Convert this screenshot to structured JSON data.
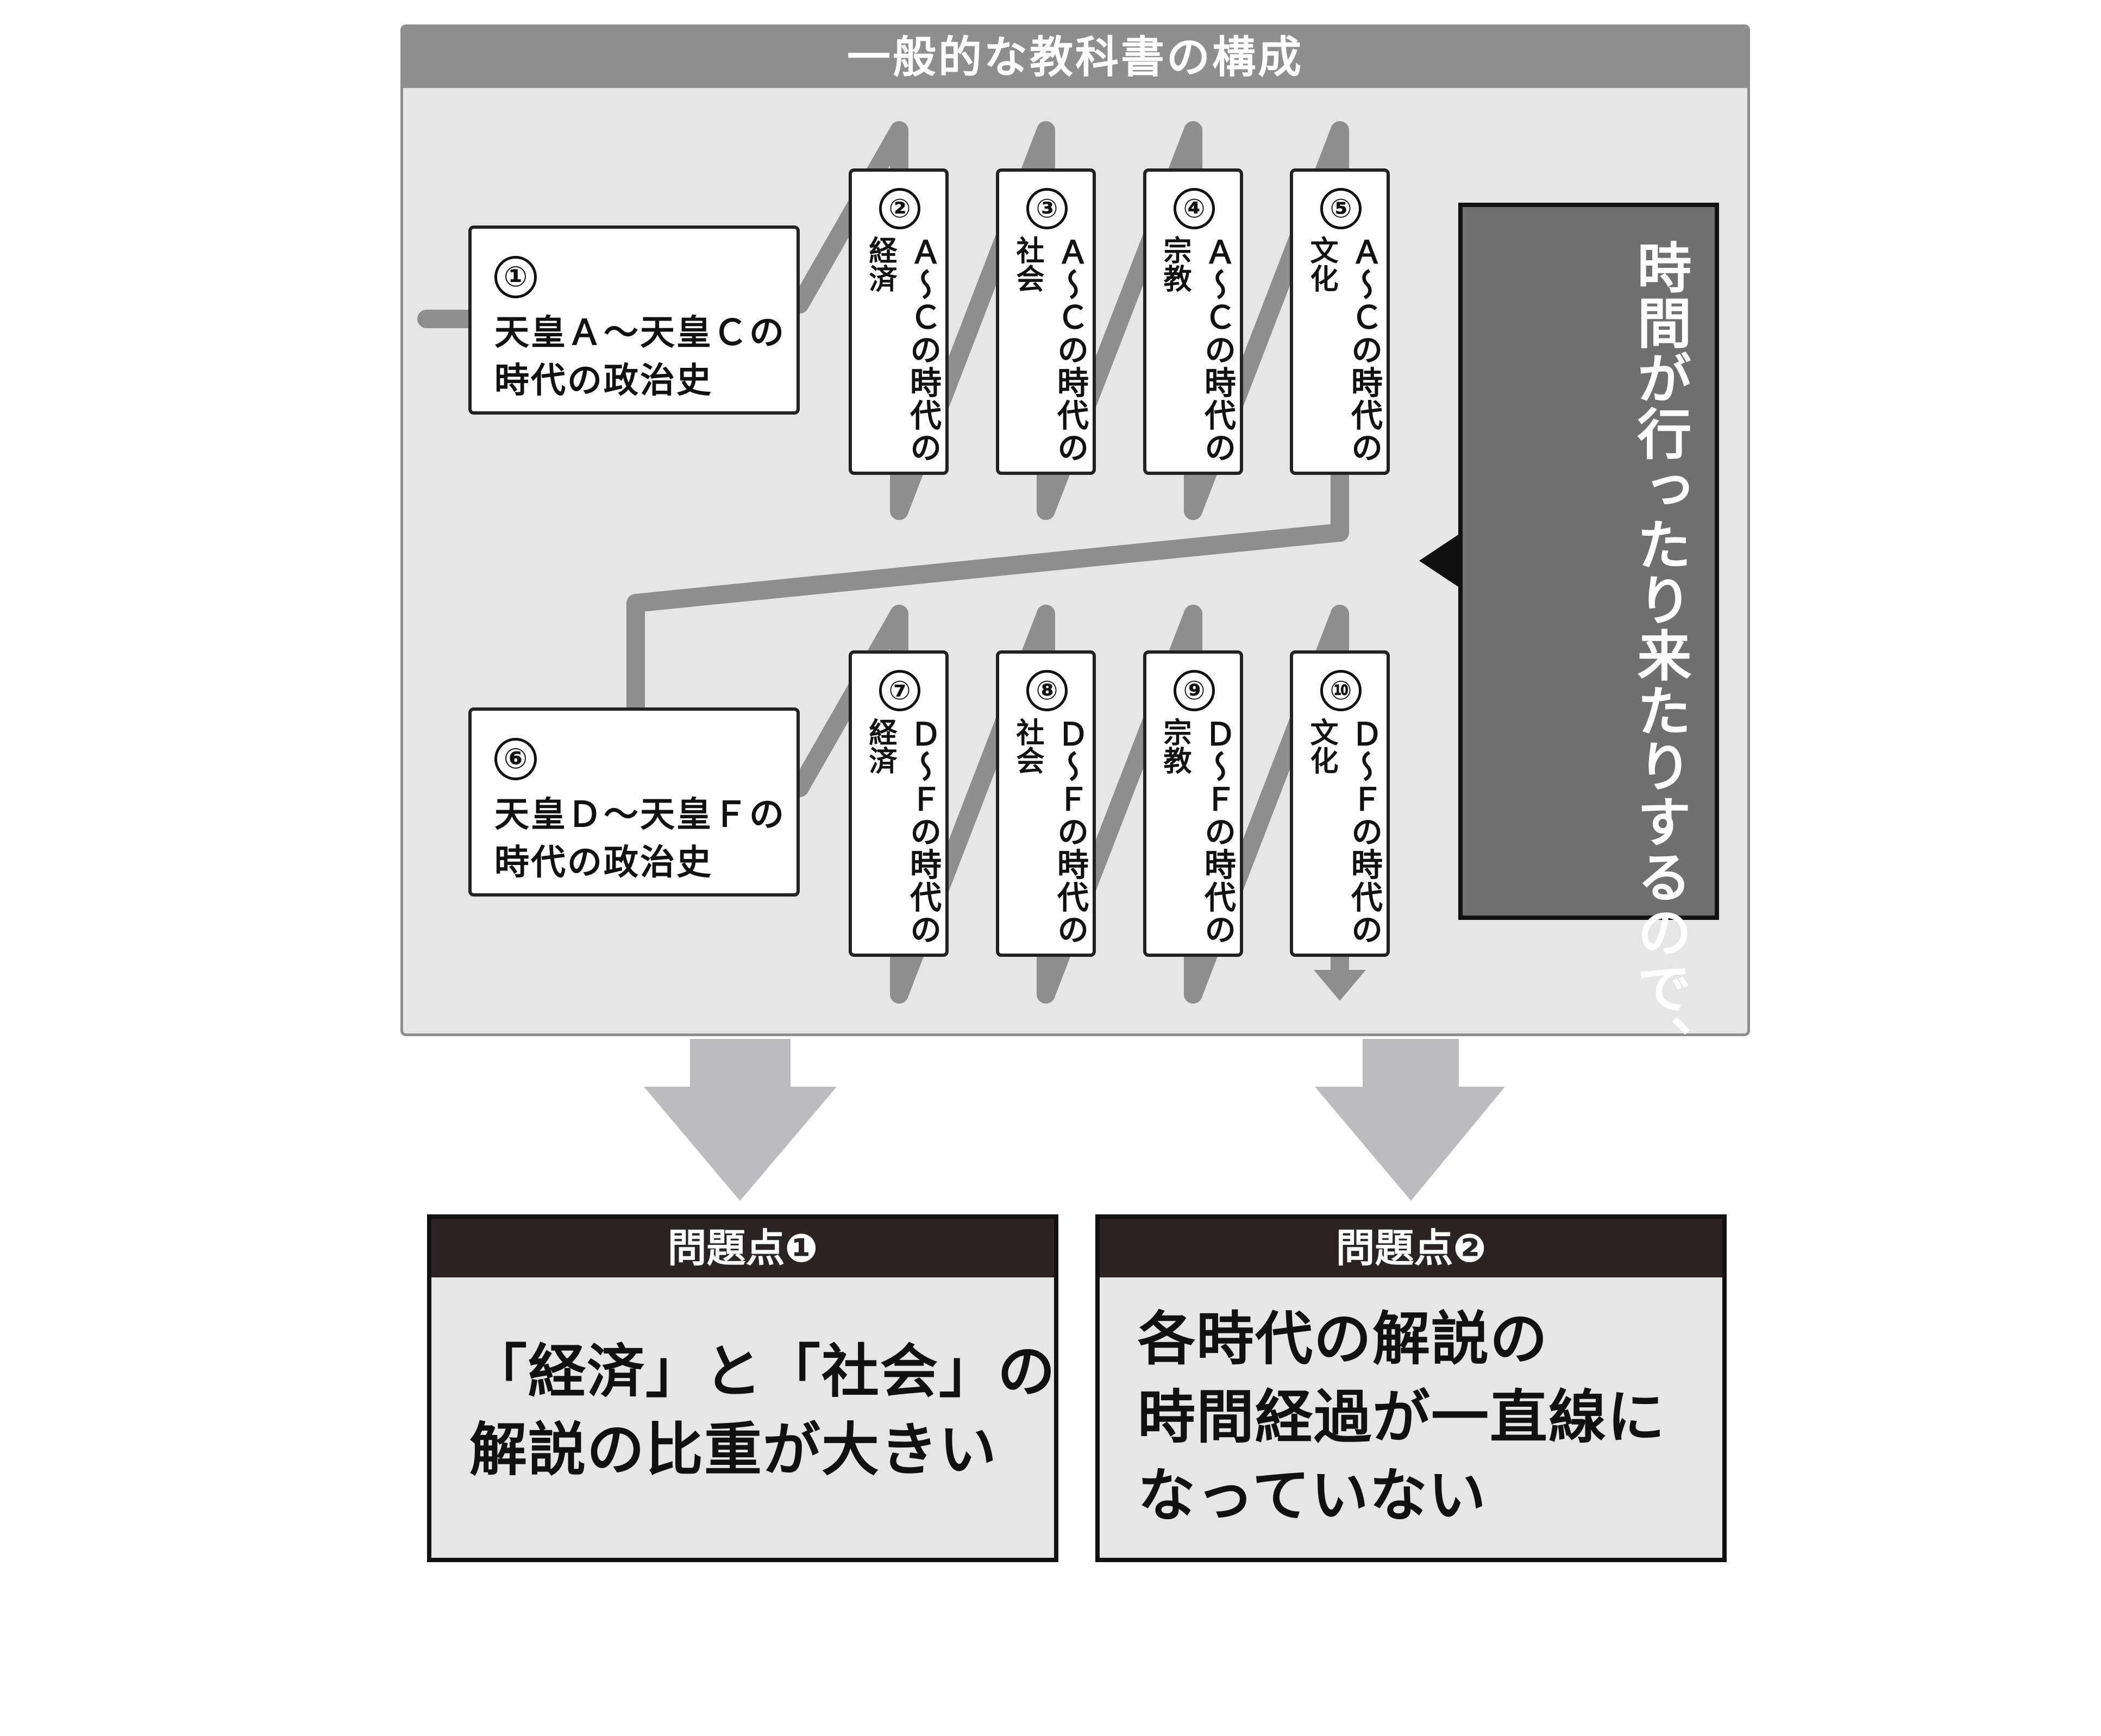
{
  "panel": {
    "title": "一般的な教科書の構成"
  },
  "chapters_row1": {
    "intro": {
      "num": "①",
      "line1": "天皇Ａ～天皇Ｃの",
      "line2": "時代の政治史"
    },
    "items": [
      {
        "num": "②",
        "main": "Ａ～Ｃの時代の",
        "topic": "経済"
      },
      {
        "num": "③",
        "main": "Ａ～Ｃの時代の",
        "topic": "社会"
      },
      {
        "num": "④",
        "main": "Ａ～Ｃの時代の",
        "topic": "宗教"
      },
      {
        "num": "⑤",
        "main": "Ａ～Ｃの時代の",
        "topic": "文化"
      }
    ]
  },
  "chapters_row2": {
    "intro": {
      "num": "⑥",
      "line1": "天皇Ｄ～天皇Ｆの",
      "line2": "時代の政治史"
    },
    "items": [
      {
        "num": "⑦",
        "main": "Ｄ～Ｆの時代の",
        "topic": "経済"
      },
      {
        "num": "⑧",
        "main": "Ｄ～Ｆの時代の",
        "topic": "社会"
      },
      {
        "num": "⑨",
        "main": "Ｄ～Ｆの時代の",
        "topic": "宗教"
      },
      {
        "num": "⑩",
        "main": "Ｄ～Ｆの時代の",
        "topic": "文化"
      }
    ]
  },
  "callout": {
    "text": "時間が行ったり来たりするので、タテの流れが理解しづらい"
  },
  "problems": [
    {
      "header": "問題点❶",
      "lines": [
        "「経済」と「社会」の",
        "解説の比重が大きい"
      ]
    },
    {
      "header": "問題点❷",
      "lines": [
        "各時代の解説の",
        "時間経過が一直線に",
        "なっていない"
      ]
    }
  ],
  "colors": {
    "panel_bg": "#e6e6e7",
    "header_gray": "#8e8e8e",
    "line_gray": "#8e8e8e",
    "arrow_gray": "#bcbcbe",
    "callout_bg": "#6f6f6f",
    "dark": "#2a2424"
  }
}
